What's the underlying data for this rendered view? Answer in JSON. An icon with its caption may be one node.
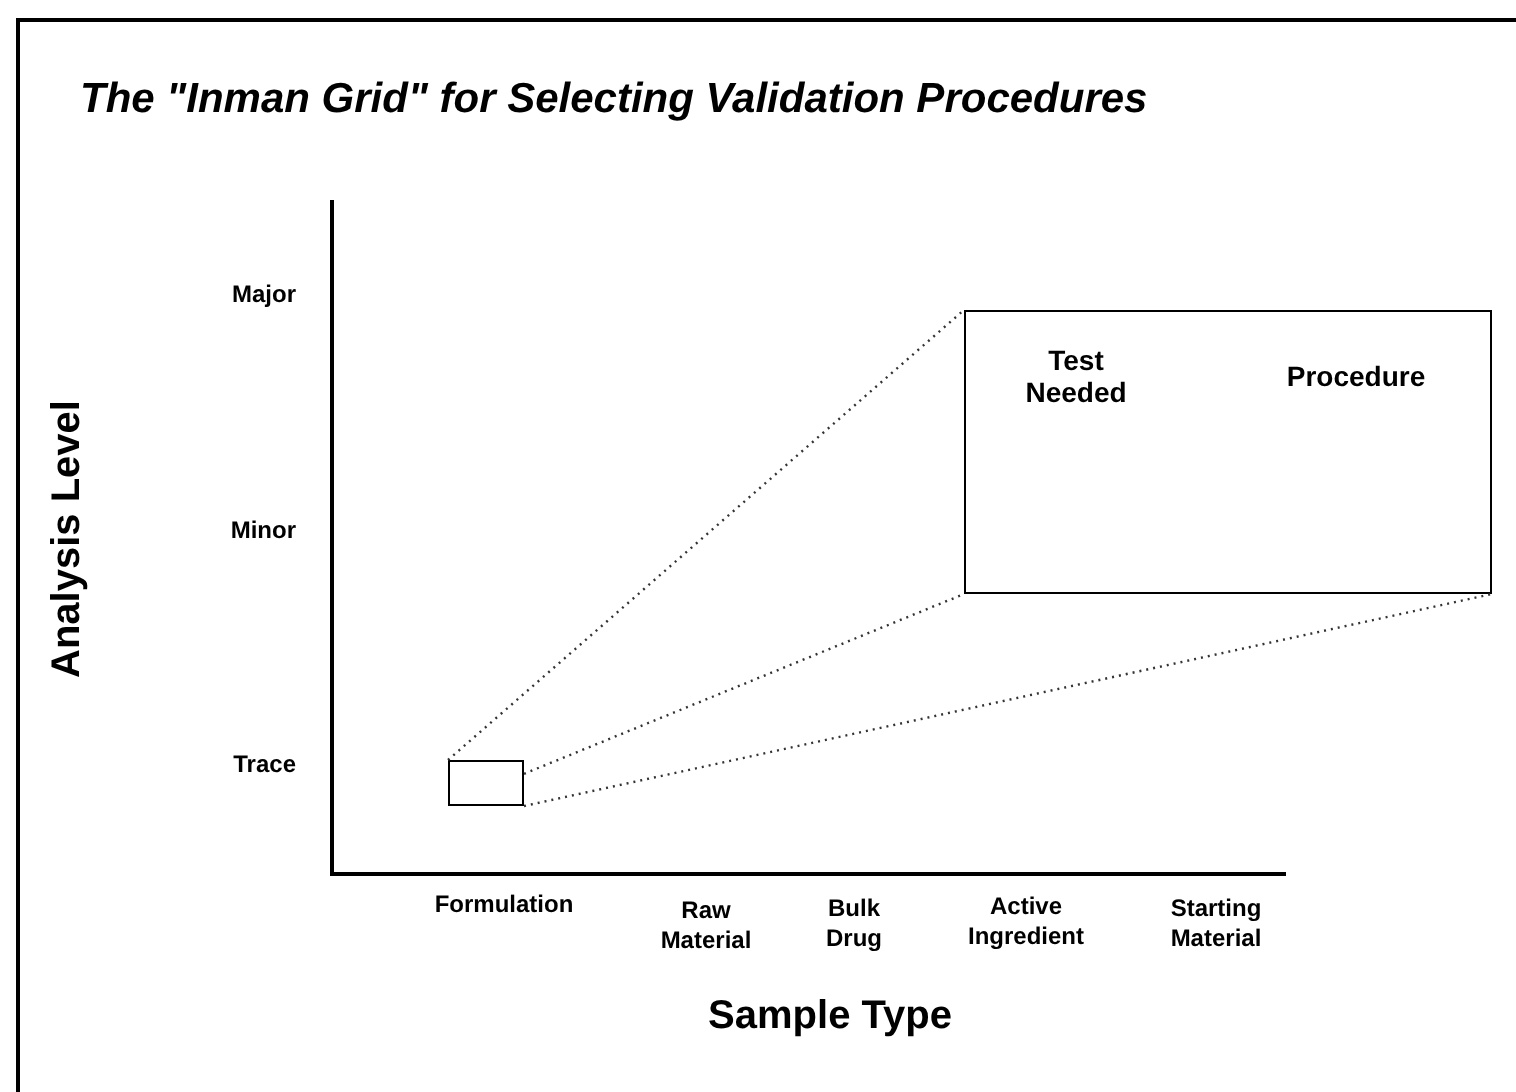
{
  "diagram": {
    "title": "The \"Inman Grid\" for Selecting Validation Procedures",
    "nodes": [
      {
        "text": [],
        "shape": "box"
      },
      {
        "text": [
          "Test Needed",
          "Procedure"
        ]
      }
    ],
    "edges": [
      {
        "from": 0,
        "to": 1,
        "arrow": "none",
        "style": "dashed"
      },
      {
        "from": 0,
        "to": 1,
        "arrow": "none",
        "style": "dashed"
      },
      {
        "from": 0,
        "to": 1,
        "arrow": "none",
        "style": "dashed"
      }
    ],
    "labels": [
      "Analysis Level",
      "Major",
      "Minor",
      "Trace",
      "Formulation",
      "Raw Material",
      "Bulk Drug",
      "Active Ingredient",
      "Starting Material",
      "Sample Type"
    ]
  }
}
